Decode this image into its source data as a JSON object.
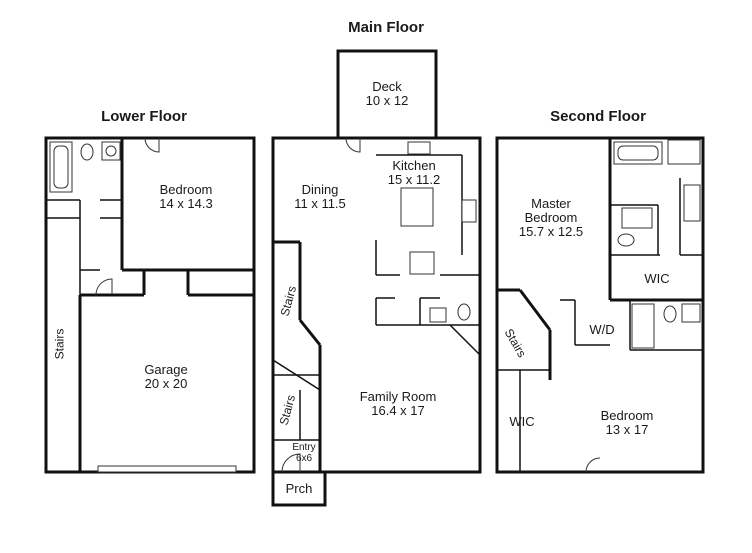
{
  "titles": {
    "lower": "Lower Floor",
    "main": "Main Floor",
    "second": "Second Floor"
  },
  "lower_floor": {
    "bedroom": {
      "name": "Bedroom",
      "size": "14 x 14.3"
    },
    "garage": {
      "name": "Garage",
      "size": "20 x 20"
    },
    "stairs": "Stairs"
  },
  "main_floor": {
    "deck": {
      "name": "Deck",
      "size": "10 x 12"
    },
    "kitchen": {
      "name": "Kitchen",
      "size": "15 x 11.2"
    },
    "dining": {
      "name": "Dining",
      "size": "11 x 11.5"
    },
    "family_room": {
      "name": "Family Room",
      "size": "16.4 x 17"
    },
    "stairs_upper": "Stairs",
    "stairs_lower": "Stairs",
    "entry": {
      "name": "Entry",
      "size": "6x6"
    },
    "porch": "Prch"
  },
  "second_floor": {
    "master_bedroom": {
      "name": "Master",
      "name2": "Bedroom",
      "size": "15.7 x 12.5"
    },
    "wic_master": "WIC",
    "wd": "W/D",
    "stairs": "Stairs",
    "wic": "WIC",
    "bedroom": {
      "name": "Bedroom",
      "size": "13 x 17"
    }
  }
}
